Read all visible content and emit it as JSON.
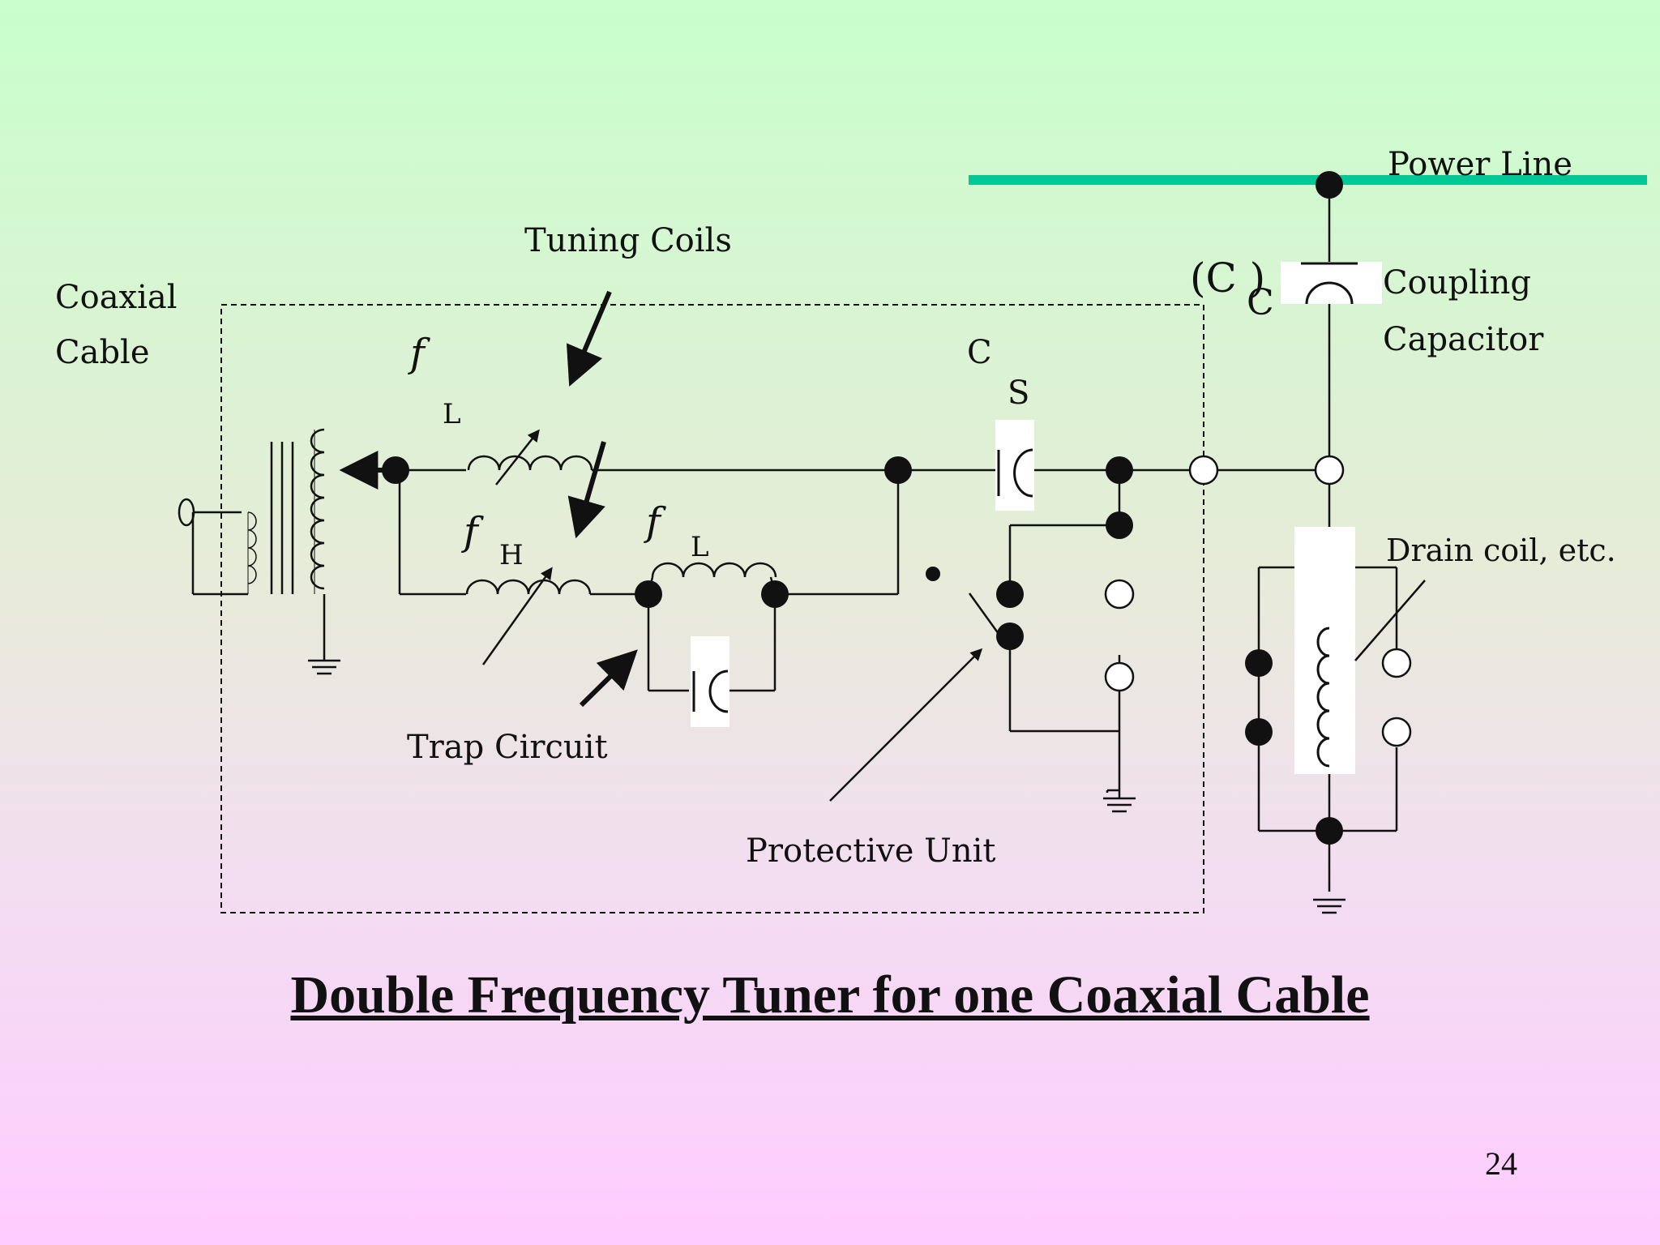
{
  "slide": {
    "title": "Double Frequency Tuner for one Coaxial Cable",
    "page_number": "24",
    "power_line_color": "#00c896"
  },
  "labels": {
    "power_line": "Power Line",
    "coupling_capacitor_line1": "Coupling",
    "coupling_capacitor_line2": "Capacitor",
    "coupling_symbol": "(C )",
    "coupling_symbol_sub": "C",
    "coaxial_cable_line1": "Coaxial",
    "coaxial_cable_line2": "Cable",
    "tuning_coils": "Tuning Coils",
    "trap_circuit": "Trap Circuit",
    "protective_unit": "Protective Unit",
    "drain_coil": "Drain coil, etc.",
    "fL_f": "f",
    "fL_sub": "L",
    "fH_f": "f",
    "fH_sub": "H",
    "trap_fL_f": "f",
    "trap_fL_sub": "L",
    "cs_c": "C",
    "cs_s": "S"
  }
}
